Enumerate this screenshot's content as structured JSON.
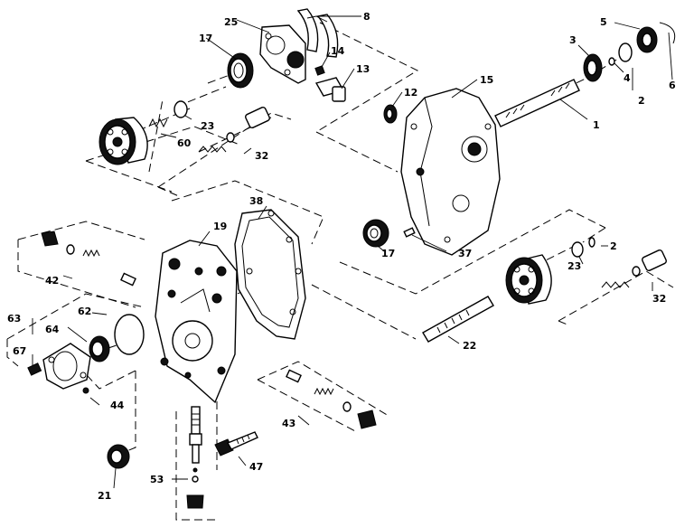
{
  "callouts": [
    "1",
    "2",
    "3",
    "4",
    "5",
    "6",
    "8",
    "12",
    "13",
    "14",
    "15",
    "17",
    "19",
    "21",
    "22",
    "23",
    "25",
    "32",
    "37",
    "38",
    "42",
    "43",
    "44",
    "47",
    "53",
    "60",
    "62",
    "63",
    "64",
    "67"
  ]
}
